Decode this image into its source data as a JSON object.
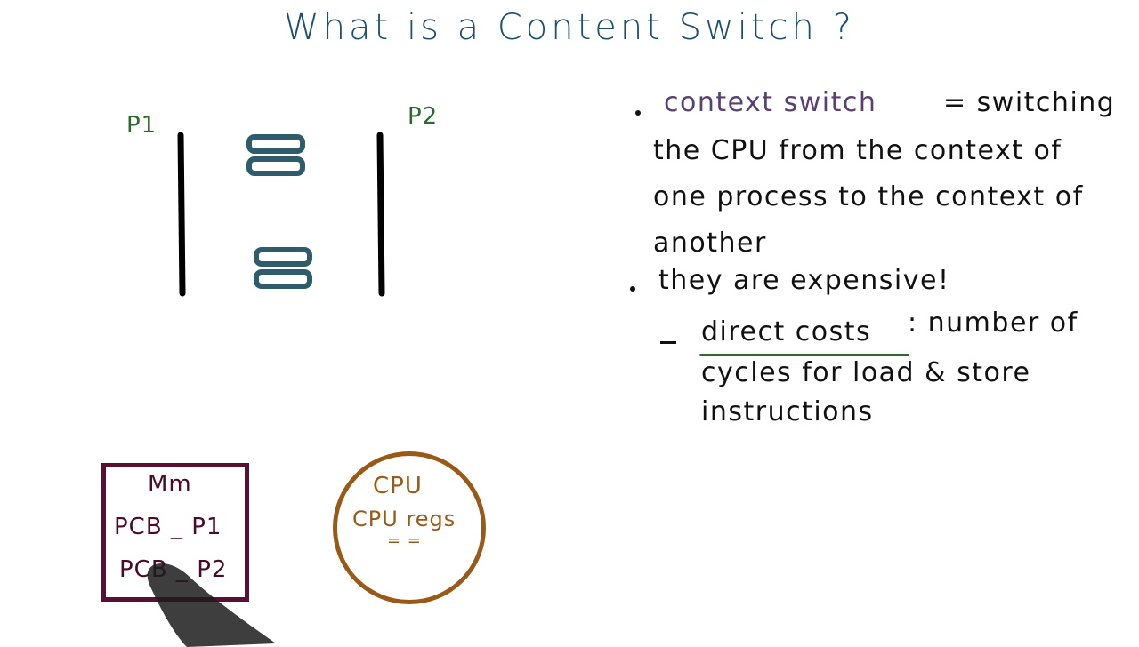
{
  "title": "What is a Content Switch ?",
  "diagram": {
    "p1_label": "P1",
    "p2_label": "P2",
    "memory": {
      "label": "Mm",
      "pcb_p1": "PCB _ P1",
      "pcb_p2": "PCB _ P2"
    },
    "cpu": {
      "label": "CPU",
      "regs": "CPU regs",
      "equals": "= ="
    }
  },
  "notes": {
    "term": "context switch",
    "definition_line1": "= switching",
    "definition_line2": "the CPU from the context of",
    "definition_line3": "one process to the context of",
    "definition_line4": "another",
    "expensive": "they are expensive!",
    "direct_costs_label": "direct costs",
    "direct_costs_rest": ": number of",
    "direct_costs_line2": "cycles for load & store",
    "direct_costs_line3": "instructions"
  },
  "colors": {
    "title": "#1d4f73",
    "process_label": "#2d6a2d",
    "register_block": "#2e5c6a",
    "memory_box": "#5a1030",
    "cpu_circle": "#9a5a17",
    "term": "#5a3f73"
  }
}
